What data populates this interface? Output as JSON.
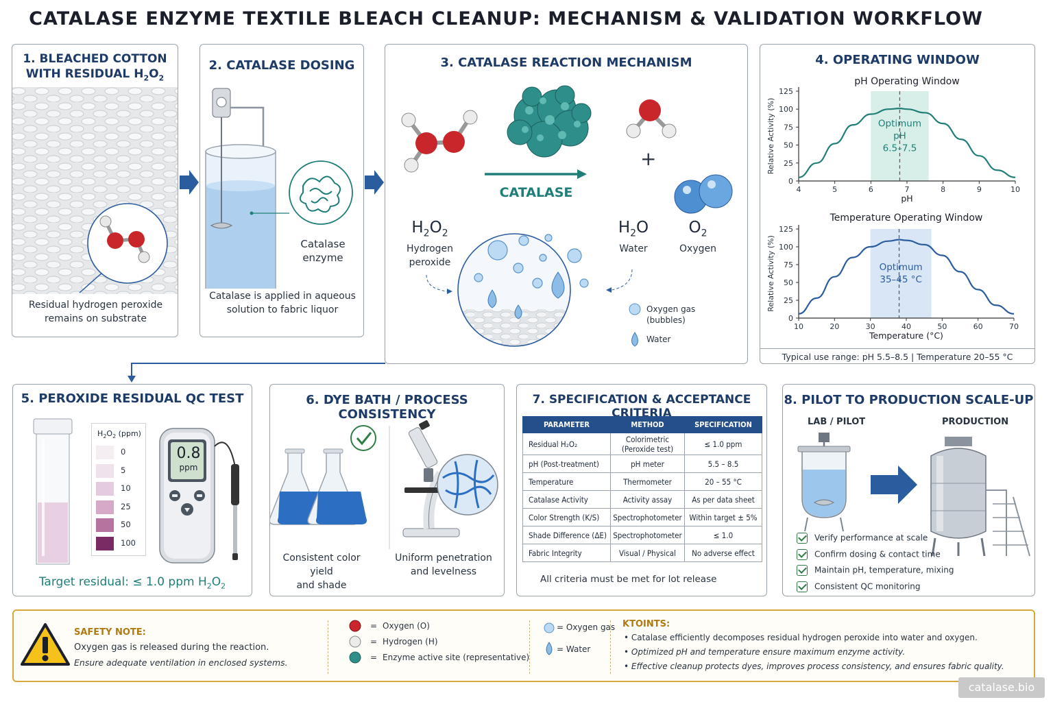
{
  "title": "CATALASE ENZYME TEXTILE BLEACH CLEANUP: MECHANISM & VALIDATION WORKFLOW",
  "p1": {
    "title_a": "1. BLEACHED COTTON",
    "title_b": "WITH RESIDUAL",
    "title_h": "H",
    "title_2a": "2",
    "title_o": "O",
    "title_2b": "2",
    "caption_a": "Residual hydrogen peroxide",
    "caption_b": "remains on substrate"
  },
  "p2": {
    "title": "2. CATALASE DOSING",
    "label_a": "Catalase",
    "label_b": "enzyme",
    "caption_a": "Catalase is applied in aqueous",
    "caption_b": "solution to fabric liquor"
  },
  "p3": {
    "title": "3. CATALASE REACTION MECHANISM",
    "catalase": "CATALASE",
    "h2o2_h": "H",
    "h2o2_2a": "2",
    "h2o2_o": "O",
    "h2o2_2b": "2",
    "h2o2_name_a": "Hydrogen",
    "h2o2_name_b": "peroxide",
    "plus": "+",
    "h2o_h": "H",
    "h2o_2": "2",
    "h2o_o": "O",
    "h2o_name": "Water",
    "o2_o": "O",
    "o2_2": "2",
    "o2_name": "Oxygen",
    "legend_gas_a": "Oxygen gas",
    "legend_gas_b": "(bubbles)",
    "legend_water": "Water"
  },
  "p4": {
    "title": "4. OPERATING WINDOW",
    "footer": "Typical use range:  pH 5.5–8.5    |    Temperature 20–55 °C"
  },
  "p5": {
    "title": "5. PEROXIDE RESIDUAL QC TEST",
    "scale_title_h": "H",
    "scale_title_2a": "2",
    "scale_title_o": "O",
    "scale_title_2b": "2",
    "scale_title_unit": " (ppm)",
    "scale": [
      "0",
      "5",
      "10",
      "25",
      "50",
      "100"
    ],
    "scale_colors": [
      "#f4edf2",
      "#efe2ec",
      "#e4cbdd",
      "#d6a9c9",
      "#b7739f",
      "#7a2b63"
    ],
    "meter_value": "0.8",
    "meter_unit": "ppm",
    "target_a": "Target residual: ≤ 1.0 ppm H",
    "target_2a": "2",
    "target_o": "O",
    "target_2b": "2"
  },
  "p6": {
    "title": "6. DYE BATH / PROCESS CONSISTENCY",
    "left_a": "Consistent color yield",
    "left_b": "and shade",
    "right_a": "Uniform penetration",
    "right_b": "and levelness"
  },
  "p7": {
    "title": "7. SPECIFICATION & ACCEPTANCE CRITERIA",
    "headers": [
      "PARAMETER",
      "METHOD",
      "SPECIFICATION"
    ],
    "rows": [
      {
        "param": "Residual H₂O₂",
        "method_a": "Colorimetric",
        "method_b": "(Peroxide test)",
        "spec": "≤ 1.0 ppm"
      },
      {
        "param": "pH (Post-treatment)",
        "method_a": "pH meter",
        "method_b": "",
        "spec": "5.5 – 8.5"
      },
      {
        "param": "Temperature",
        "method_a": "Thermometer",
        "method_b": "",
        "spec": "20 – 55 °C"
      },
      {
        "param": "Catalase Activity",
        "method_a": "Activity assay",
        "method_b": "",
        "spec": "As per data sheet"
      },
      {
        "param": "Color Strength (K/S)",
        "method_a": "Spectrophotometer",
        "method_b": "",
        "spec": "Within target ± 5%"
      },
      {
        "param": "Shade Difference (ΔE)",
        "method_a": "Spectrophotometer",
        "method_b": "",
        "spec": "≤ 1.0"
      },
      {
        "param": "Fabric Integrity",
        "method_a": "Visual / Physical",
        "method_b": "",
        "spec": "No adverse effect"
      }
    ],
    "footer": "All criteria must be met for lot release"
  },
  "p8": {
    "title": "8. PILOT TO PRODUCTION SCALE-UP",
    "lab": "LAB / PILOT",
    "production": "PRODUCTION",
    "checks": [
      "Verify performance at scale",
      "Confirm dosing & contact time",
      "Maintain pH, temperature, mixing",
      "Consistent QC monitoring"
    ]
  },
  "safety": {
    "title": "SAFETY NOTE:",
    "line1": "Oxygen gas is released during the reaction.",
    "line2": "Ensure adequate ventilation in enclosed systems."
  },
  "legend": {
    "oxygen": "Oxygen (O)",
    "hydrogen": "Hydrogen (H)",
    "active": "Enzyme active site (representative)",
    "eq": "=",
    "gas": "= Oxygen gas",
    "water": "= Water"
  },
  "keypoints": {
    "title": "KTOINTS:",
    "items": [
      "Catalase efficiently decomposes residual hydrogen peroxide into water  and oxygen.",
      "Optimized pH and temperature ensure maximum enzyme activity.",
      "Effective cleanup protects dyes, improves process consistency, and ensures fabric quality."
    ]
  },
  "watermark": "catalase.bio",
  "colors": {
    "navy": "#1d3b66",
    "teal": "#1f7f78",
    "blue": "#2b5c9e",
    "oxygen_red": "#c9262c",
    "gold": "#d7a93a"
  },
  "chart_data": [
    {
      "type": "line",
      "title": "pH Operating Window",
      "xlabel": "pH",
      "ylabel": "Relative Activity (%)",
      "xlim": [
        4,
        10
      ],
      "ylim": [
        0,
        125
      ],
      "xticks": [
        4,
        5,
        6,
        7,
        8,
        9,
        10
      ],
      "yticks": [
        0,
        25,
        50,
        75,
        100,
        125
      ],
      "x": [
        4,
        4.5,
        5,
        5.5,
        6,
        6.5,
        6.8,
        7,
        7.5,
        8,
        8.5,
        9,
        9.5,
        10
      ],
      "series": [
        {
          "values": [
            5,
            25,
            52,
            78,
            93,
            100,
            101,
            100,
            95,
            80,
            58,
            35,
            15,
            5
          ]
        }
      ],
      "band": [
        6,
        7.6
      ],
      "band_label_a": "Optimum",
      "band_label_b": "pH",
      "band_label_c": "6.5–7.5",
      "peak": 6.8,
      "color": "#1f7f78",
      "band_color": "#d8eee8"
    },
    {
      "type": "line",
      "title": "Temperature Operating Window",
      "xlabel": "Temperature (°C)",
      "ylabel": "Relative Activity (%)",
      "xlim": [
        10,
        70
      ],
      "ylim": [
        0,
        125
      ],
      "xticks": [
        10,
        20,
        30,
        40,
        50,
        60,
        70
      ],
      "yticks": [
        0,
        25,
        50,
        75,
        100,
        125
      ],
      "x": [
        10,
        15,
        20,
        25,
        30,
        35,
        38,
        40,
        45,
        50,
        55,
        60,
        65,
        70
      ],
      "series": [
        {
          "values": [
            6,
            28,
            58,
            85,
            100,
            108,
            110,
            109,
            103,
            88,
            65,
            40,
            18,
            6
          ]
        }
      ],
      "band": [
        30,
        47
      ],
      "band_label_a": "Optimum",
      "band_label_b": "35–45 °C",
      "peak": 38,
      "color": "#2b5c9e",
      "band_color": "#d8e6f6"
    }
  ]
}
